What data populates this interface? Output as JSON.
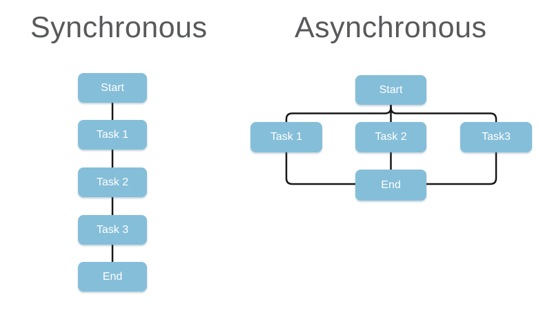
{
  "colors": {
    "box_fill": "#85BED9",
    "box_text": "#FFFFFF",
    "connector": "#161616",
    "title": "#58595B",
    "background": "#FFFFFF"
  },
  "left_diagram": {
    "title": "Synchronous",
    "nodes": [
      {
        "label": "Start"
      },
      {
        "label": "Task 1"
      },
      {
        "label": "Task 2"
      },
      {
        "label": "Task 3"
      },
      {
        "label": "End"
      }
    ]
  },
  "right_diagram": {
    "title": "Asynchronous",
    "nodes": [
      {
        "label": "Start"
      },
      {
        "label": "Task 1"
      },
      {
        "label": "Task 2"
      },
      {
        "label": "Task3"
      },
      {
        "label": "End"
      }
    ]
  }
}
